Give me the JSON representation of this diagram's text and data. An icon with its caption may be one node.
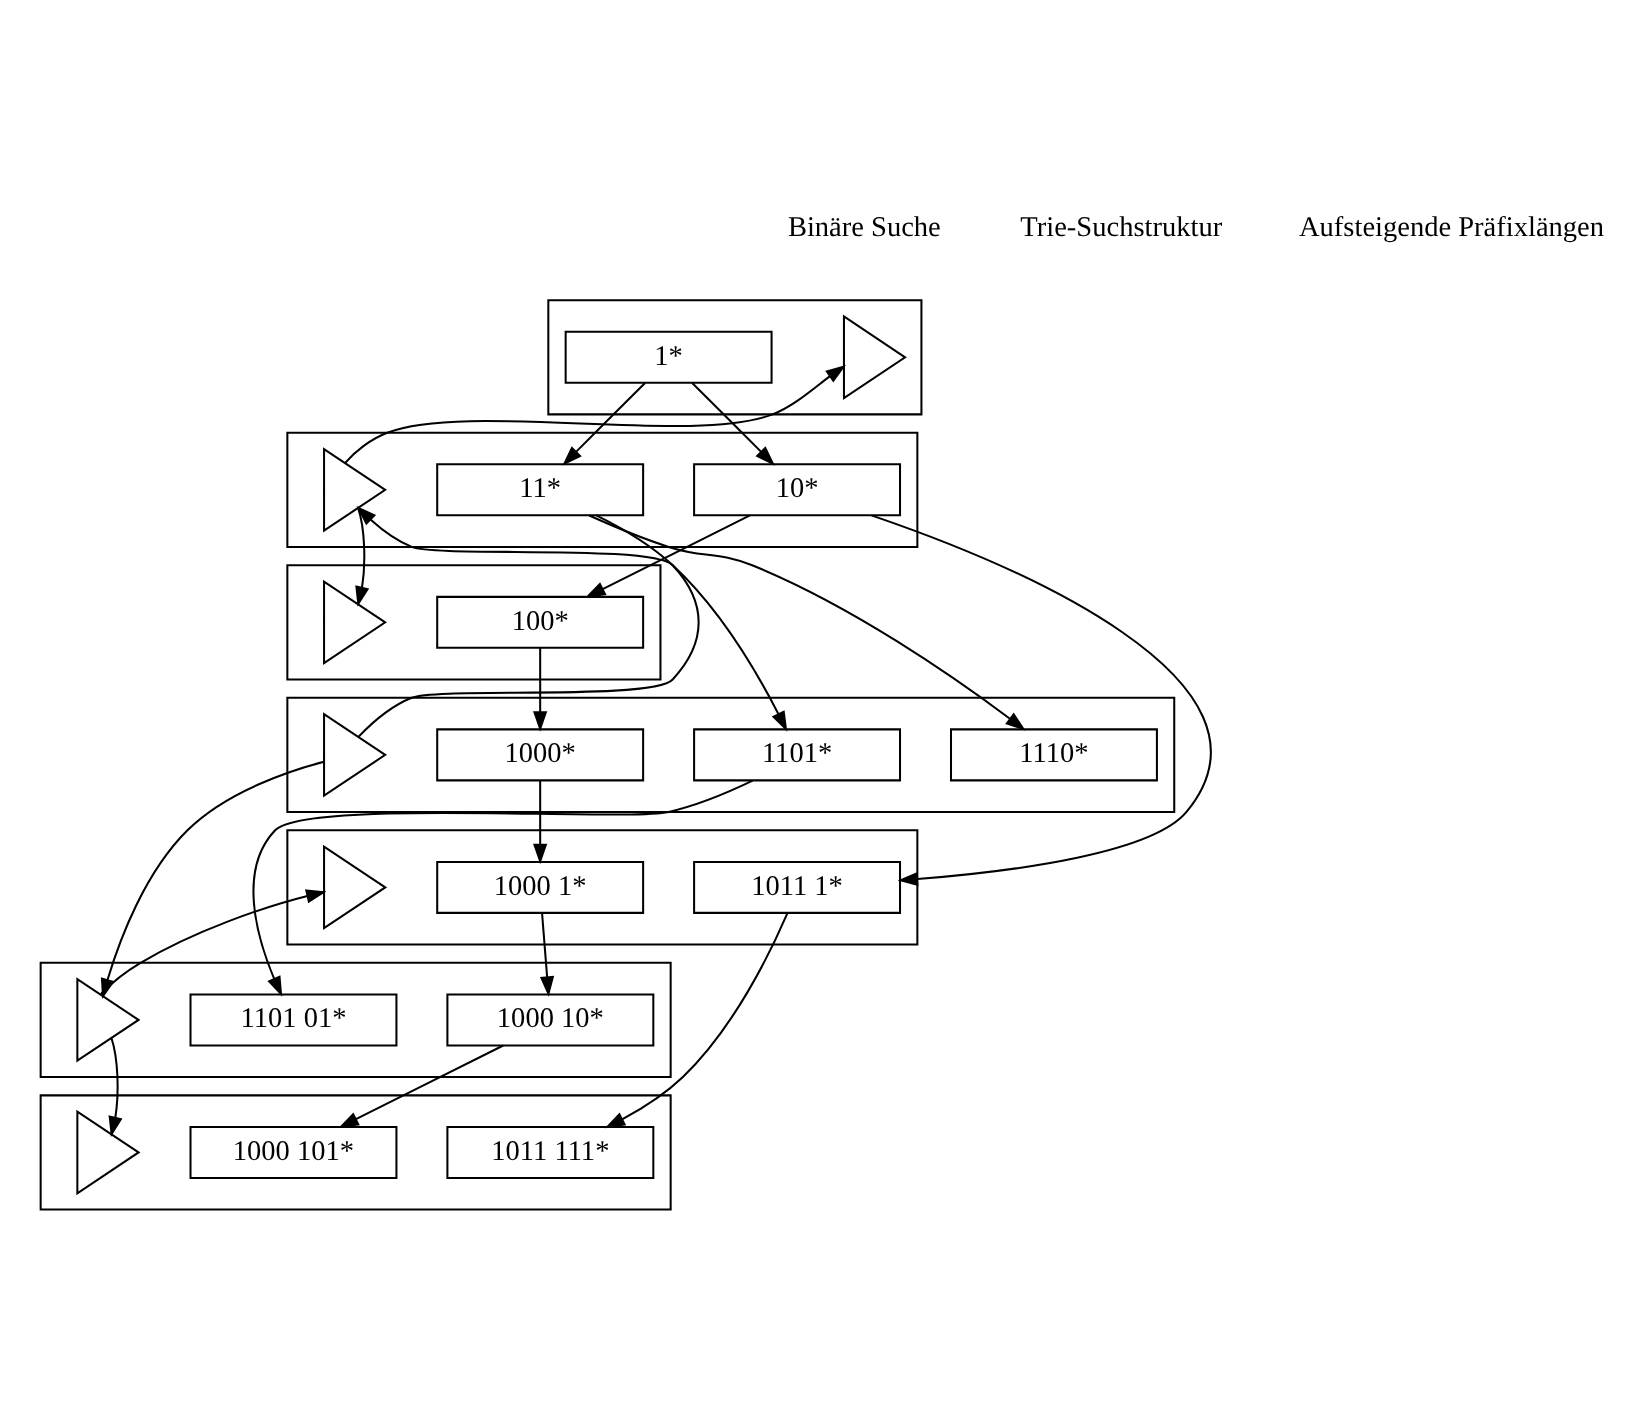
{
  "diagram": {
    "nodes": [
      {
        "text": [],
        "shape": "band"
      },
      {
        "text": [],
        "shape": "band"
      },
      {
        "text": [],
        "shape": "band"
      },
      {
        "text": [],
        "shape": "band"
      },
      {
        "text": [],
        "shape": "band"
      },
      {
        "text": [],
        "shape": "band"
      },
      {
        "text": [],
        "shape": "band"
      },
      {
        "text": [],
        "shape": "triangle",
        "in": 0
      },
      {
        "text": [],
        "shape": "triangle",
        "in": 1
      },
      {
        "text": [],
        "shape": "triangle",
        "in": 2
      },
      {
        "text": [],
        "shape": "triangle",
        "in": 3
      },
      {
        "text": [],
        "shape": "triangle",
        "in": 4
      },
      {
        "text": [],
        "shape": "triangle",
        "in": 5
      },
      {
        "text": [],
        "shape": "triangle",
        "in": 6
      },
      {
        "text": [
          "1*"
        ],
        "in": 0
      },
      {
        "text": [
          "10*"
        ],
        "in": 1
      },
      {
        "text": [
          "11*"
        ],
        "in": 1
      },
      {
        "text": [
          "100*"
        ],
        "in": 2
      },
      {
        "text": [
          "1000*"
        ],
        "in": 3
      },
      {
        "text": [
          "1101*"
        ],
        "in": 3
      },
      {
        "text": [
          "1110*"
        ],
        "in": 3
      },
      {
        "text": [
          "1000 1*"
        ],
        "in": 4
      },
      {
        "text": [
          "1011 1*"
        ],
        "in": 4
      },
      {
        "text": [
          "1000 10*"
        ],
        "in": 5
      },
      {
        "text": [
          "1101 01*"
        ],
        "in": 5
      },
      {
        "text": [
          "1000 101*"
        ],
        "in": 6
      },
      {
        "text": [
          "1011 111*"
        ],
        "in": 6
      }
    ],
    "edges": [
      {
        "from": 10,
        "to": 8,
        "arrow": "to"
      },
      {
        "from": 10,
        "to": 12,
        "arrow": "to"
      },
      {
        "from": 8,
        "to": 7,
        "arrow": "to"
      },
      {
        "from": 8,
        "to": 9,
        "arrow": "to"
      },
      {
        "from": 12,
        "to": 11,
        "arrow": "to"
      },
      {
        "from": 12,
        "to": 13,
        "arrow": "to"
      },
      {
        "from": 14,
        "to": 15,
        "arrow": "to"
      },
      {
        "from": 14,
        "to": 16,
        "arrow": "to"
      },
      {
        "from": 15,
        "to": 17,
        "arrow": "to"
      },
      {
        "from": 15,
        "to": 22,
        "arrow": "to"
      },
      {
        "from": 16,
        "to": 19,
        "arrow": "to"
      },
      {
        "from": 16,
        "to": 20,
        "arrow": "to"
      },
      {
        "from": 17,
        "to": 18,
        "arrow": "to"
      },
      {
        "from": 18,
        "to": 21,
        "arrow": "to"
      },
      {
        "from": 19,
        "to": 24,
        "arrow": "to"
      },
      {
        "from": 21,
        "to": 23,
        "arrow": "to"
      },
      {
        "from": 22,
        "to": 26,
        "arrow": "to"
      },
      {
        "from": 23,
        "to": 25,
        "arrow": "to"
      }
    ],
    "labels": [
      "Binäre Suche",
      "Trie-Suchstruktur",
      "Aufsteigende Präfixlängen"
    ]
  }
}
